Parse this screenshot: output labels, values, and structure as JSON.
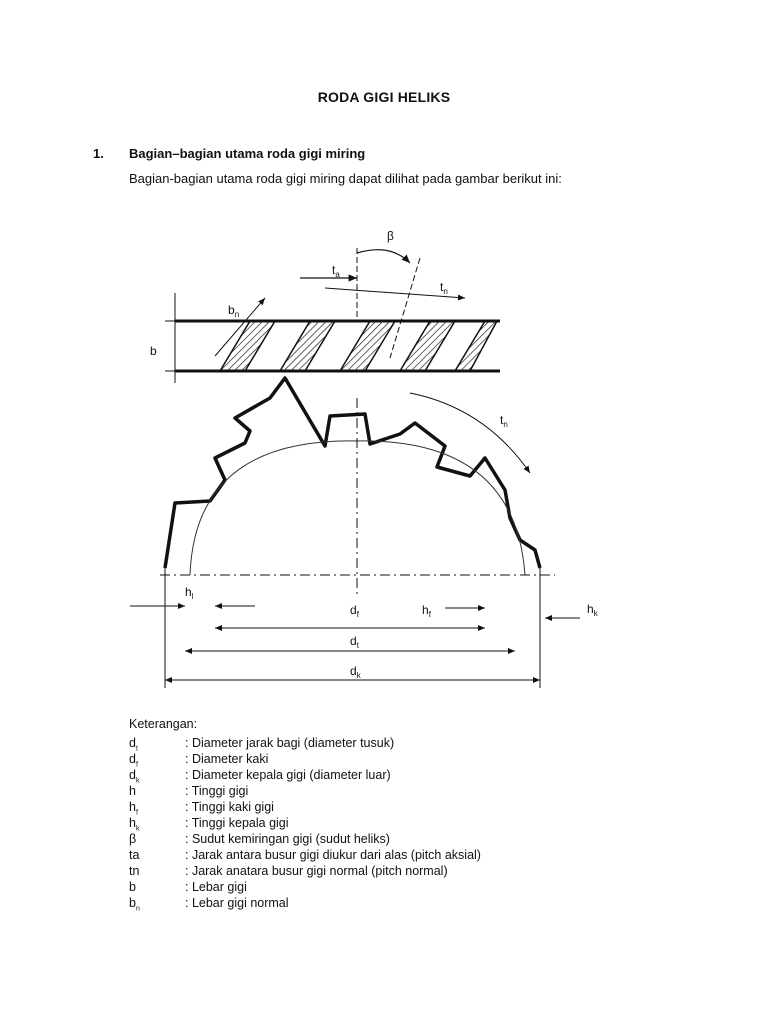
{
  "document": {
    "title": "RODA GIGI HELIKS",
    "section": {
      "number": "1.",
      "title": "Bagian–bagian utama roda gigi miring",
      "intro": "Bagian-bagian utama roda gigi miring dapat dilihat pada gambar berikut ini:"
    }
  },
  "figure": {
    "labels": {
      "beta": "β",
      "ta": "t",
      "ta_sub": "a",
      "tn_top": "t",
      "tn_top_sub": "n",
      "bn": "b",
      "bn_sub": "n",
      "b": "b",
      "tn_right": "t",
      "tn_right_sub": "n",
      "hl": "h",
      "hl_sub": "l",
      "df": "d",
      "df_sub": "f",
      "hf": "h",
      "hf_sub": "f",
      "hk": "h",
      "hk_sub": "k",
      "dt": "d",
      "dt_sub": "t",
      "dk": "d",
      "dk_sub": "k"
    }
  },
  "legend": {
    "heading": "Keterangan:",
    "items": [
      {
        "symbol": "d",
        "sub": "t",
        "desc": ": Diameter jarak bagi (diameter tusuk)"
      },
      {
        "symbol": "d",
        "sub": "f",
        "desc": ": Diameter kaki"
      },
      {
        "symbol": "d",
        "sub": "k",
        "desc": ": Diameter kepala gigi (diameter luar)"
      },
      {
        "symbol": "h",
        "sub": "",
        "desc": ": Tinggi gigi"
      },
      {
        "symbol": "h",
        "sub": "f",
        "desc": ": Tinggi kaki gigi"
      },
      {
        "symbol": "h",
        "sub": "k",
        "desc": ": Tinggi kepala gigi"
      },
      {
        "symbol": "β",
        "sub": "",
        "desc": ": Sudut kemiringan gigi (sudut heliks)"
      },
      {
        "symbol": "ta",
        "sub": "",
        "desc": ": Jarak antara busur gigi diukur dari alas (pitch aksial)"
      },
      {
        "symbol": "tn",
        "sub": "",
        "desc": ": Jarak anatara busur gigi normal (pitch normal)"
      },
      {
        "symbol": "b",
        "sub": "",
        "desc": ": Lebar gigi"
      },
      {
        "symbol": "b",
        "sub": "n",
        "desc": ": Lebar gigi normal"
      }
    ]
  }
}
